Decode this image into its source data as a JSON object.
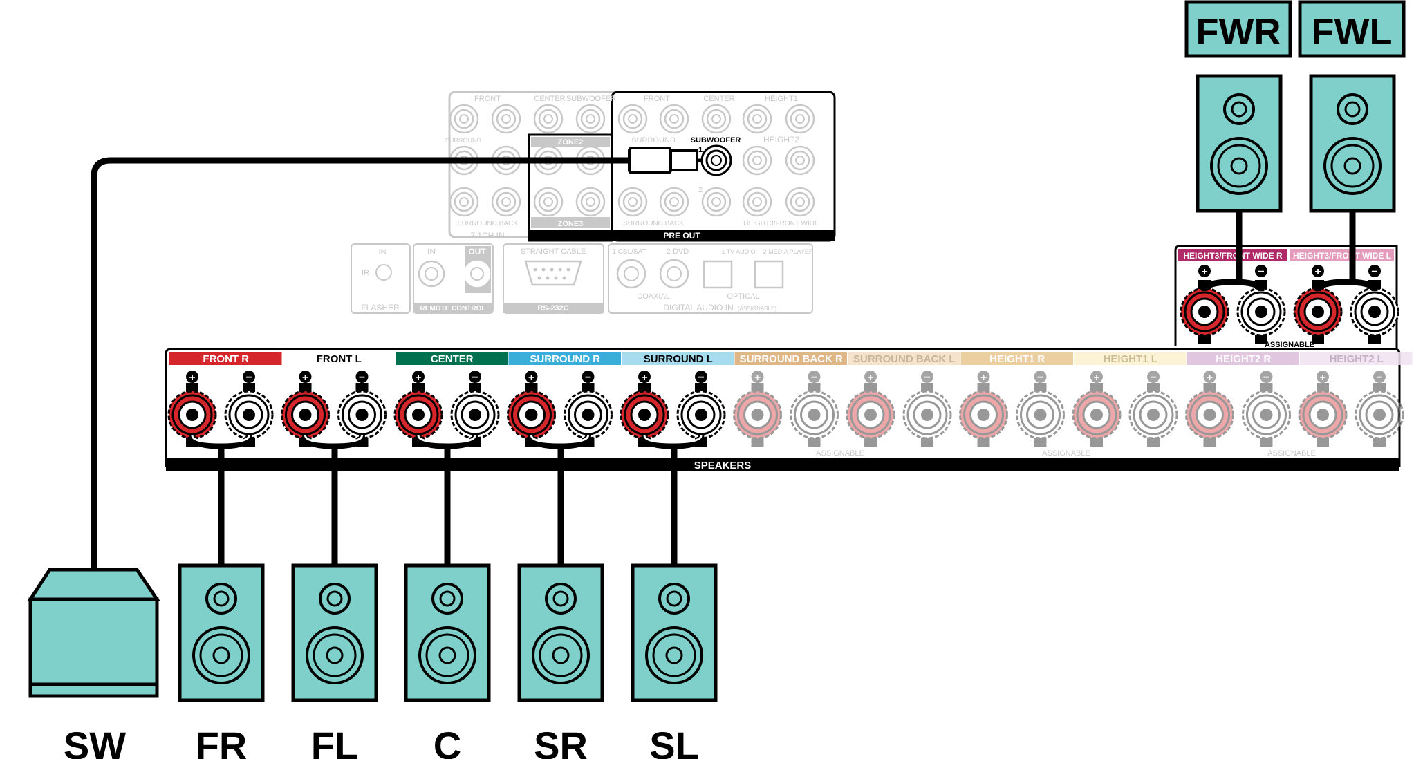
{
  "speakers": {
    "bottom": [
      {
        "id": "sw",
        "label": "SW",
        "kind": "subwoofer"
      },
      {
        "id": "fr",
        "label": "FR",
        "kind": "bookshelf"
      },
      {
        "id": "fl",
        "label": "FL",
        "kind": "bookshelf"
      },
      {
        "id": "c",
        "label": "C",
        "kind": "bookshelf"
      },
      {
        "id": "sr",
        "label": "SR",
        "kind": "bookshelf"
      },
      {
        "id": "sl",
        "label": "SL",
        "kind": "bookshelf"
      }
    ],
    "top": [
      {
        "id": "fwr",
        "label": "FWR",
        "kind": "bookshelf"
      },
      {
        "id": "fwl",
        "label": "FWL",
        "kind": "bookshelf"
      }
    ],
    "fill_color": "#7fd0ca"
  },
  "speaker_panel": {
    "footer_label": "SPEAKERS",
    "assignable_label": "ASSIGNABLE",
    "channels": [
      {
        "label": "FRONT",
        "side": "R",
        "color": "#d5262b",
        "text_color": "#ffffff",
        "active": true
      },
      {
        "label": "FRONT",
        "side": "L",
        "color": "#ffffff",
        "text_color": "#000000",
        "active": true
      },
      {
        "label": "CENTER",
        "color": "#00714e",
        "text_color": "#ffffff",
        "active": true
      },
      {
        "label": "SURROUND",
        "side": "R",
        "color": "#38aed8",
        "text_color": "#ffffff",
        "active": true
      },
      {
        "label": "SURROUND",
        "side": "L",
        "color": "#a7dcee",
        "text_color": "#000000",
        "active": true
      },
      {
        "label": "SURROUND BACK",
        "side": "R",
        "color": "#d9a970",
        "text_color": "#ffffff",
        "active": false
      },
      {
        "label": "SURROUND BACK",
        "side": "L",
        "color": "#f3dfc2",
        "text_color": "#c6b49c",
        "active": false
      },
      {
        "label": "HEIGHT1",
        "side": "R",
        "color": "#e9c78f",
        "text_color": "#ffffff",
        "active": false
      },
      {
        "label": "HEIGHT1",
        "side": "L",
        "color": "#fcf1cf",
        "text_color": "#cbbd93",
        "active": false
      },
      {
        "label": "HEIGHT2",
        "side": "R",
        "color": "#dbbcd9",
        "text_color": "#ffffff",
        "active": false
      },
      {
        "label": "HEIGHT2",
        "side": "L",
        "color": "#efe2ee",
        "text_color": "#c4afc3",
        "active": false
      }
    ],
    "height3_channels": [
      {
        "label": "HEIGHT3/FRONT WIDE",
        "side": "R",
        "color": "#b02a68"
      },
      {
        "label": "HEIGHT3/FRONT WIDE",
        "side": "L",
        "color": "#e59cbc"
      }
    ]
  },
  "pre_out": {
    "footer_label": "PRE OUT",
    "zone2_label": "ZONE2",
    "zone3_label": "ZONE3",
    "in71_label": "7.1CH IN",
    "top_labels": [
      "FRONT",
      "CENTER",
      "SUBWOOFER",
      "FRONT",
      "CENTER",
      "HEIGHT1"
    ],
    "row2_labels": [
      "SURROUND",
      "SURROUND",
      "SUBWOOFER",
      "HEIGHT2"
    ],
    "row3_labels": [
      "SURROUND BACK",
      "SURROUND BACK",
      "HEIGHT3/FRONT WIDE"
    ],
    "sub_num_1": "1",
    "sub_num_2": "2"
  },
  "io_panel": {
    "flasher_label": "FLASHER",
    "flasher_in": "IN",
    "flasher_ir": "IR",
    "remote_label": "REMOTE CONTROL",
    "remote_in": "IN",
    "remote_out": "OUT",
    "rs232c_label": "RS-232C",
    "straight_cable": "STRAIGHT CABLE",
    "digital_label": "DIGITAL AUDIO IN",
    "digital_assignable": "(ASSIGNABLE)",
    "coaxial": "COAXIAL",
    "optical": "OPTICAL",
    "input_labels": [
      "1 CBL/SAT",
      "2 DVD",
      "1 TV AUDIO",
      "2 MEDIA PLAYER"
    ]
  },
  "plus_sign": "+",
  "minus_sign": "−"
}
